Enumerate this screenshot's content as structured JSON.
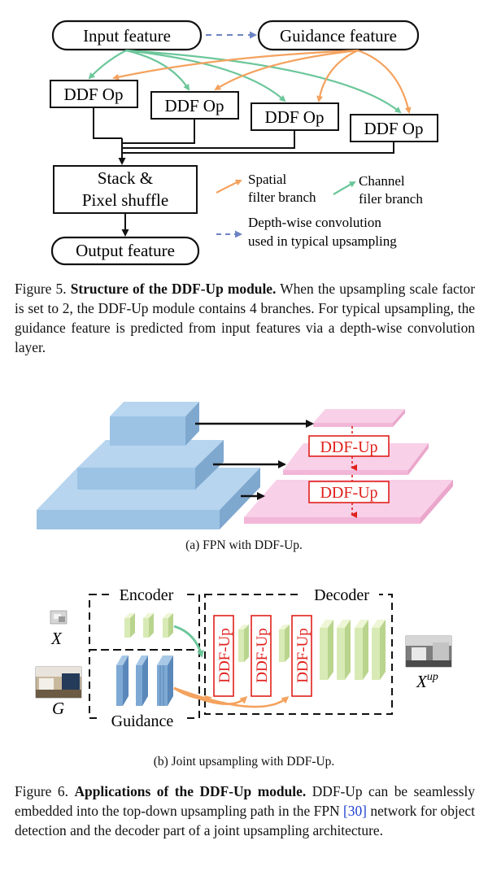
{
  "fig5": {
    "input_feature": "Input feature",
    "guidance_feature": "Guidance feature",
    "ddf_op": "DDF Op",
    "stack_line1": "Stack &",
    "stack_line2": "Pixel shuffle",
    "output_feature": "Output feature",
    "legend_spatial_1": "Spatial",
    "legend_spatial_2": "filter branch",
    "legend_channel_1": "Channel",
    "legend_channel_2": "filer branch",
    "legend_dw_1": "Depth-wise convolution",
    "legend_dw_2": "used in typical upsampling",
    "caption_label": "Figure 5.",
    "caption_title": "Structure of the DDF-Up module.",
    "caption_body": "When the upsampling scale factor is set to 2, the DDF-Up module contains 4 branches. For typical upsampling, the guidance feature is predicted from input features via a depth-wise convolution layer."
  },
  "fig6a": {
    "ddf_up": "DDF-Up",
    "subcaption": "(a)  FPN with DDF-Up."
  },
  "fig6b": {
    "encoder": "Encoder",
    "decoder": "Decoder",
    "guidance": "Guidance",
    "x_label": "X",
    "g_label": "G",
    "xup_base": "X",
    "xup_sup": "up",
    "ddf_up": "DDF-Up",
    "subcaption": "(b)  Joint upsampling with DDF-Up."
  },
  "fig6": {
    "caption_label": "Figure 6.",
    "caption_title": "Applications of the DDF-Up module.",
    "caption_body_1": "DDF-Up can be seamlessly embedded into the top-down upsampling path in the FPN",
    "caption_ref": "[30]",
    "caption_body_2": "network for object detection and the decoder part of a joint upsampling architecture."
  },
  "colors": {
    "orange": "#f4a25e",
    "green": "#6cc79b",
    "blue_dash": "#6c84c4",
    "fpn_blue": "#9cc3e4",
    "fpn_pink": "#f7c6e3",
    "red": "#e0201b",
    "ref_blue": "#1d3fd1"
  }
}
